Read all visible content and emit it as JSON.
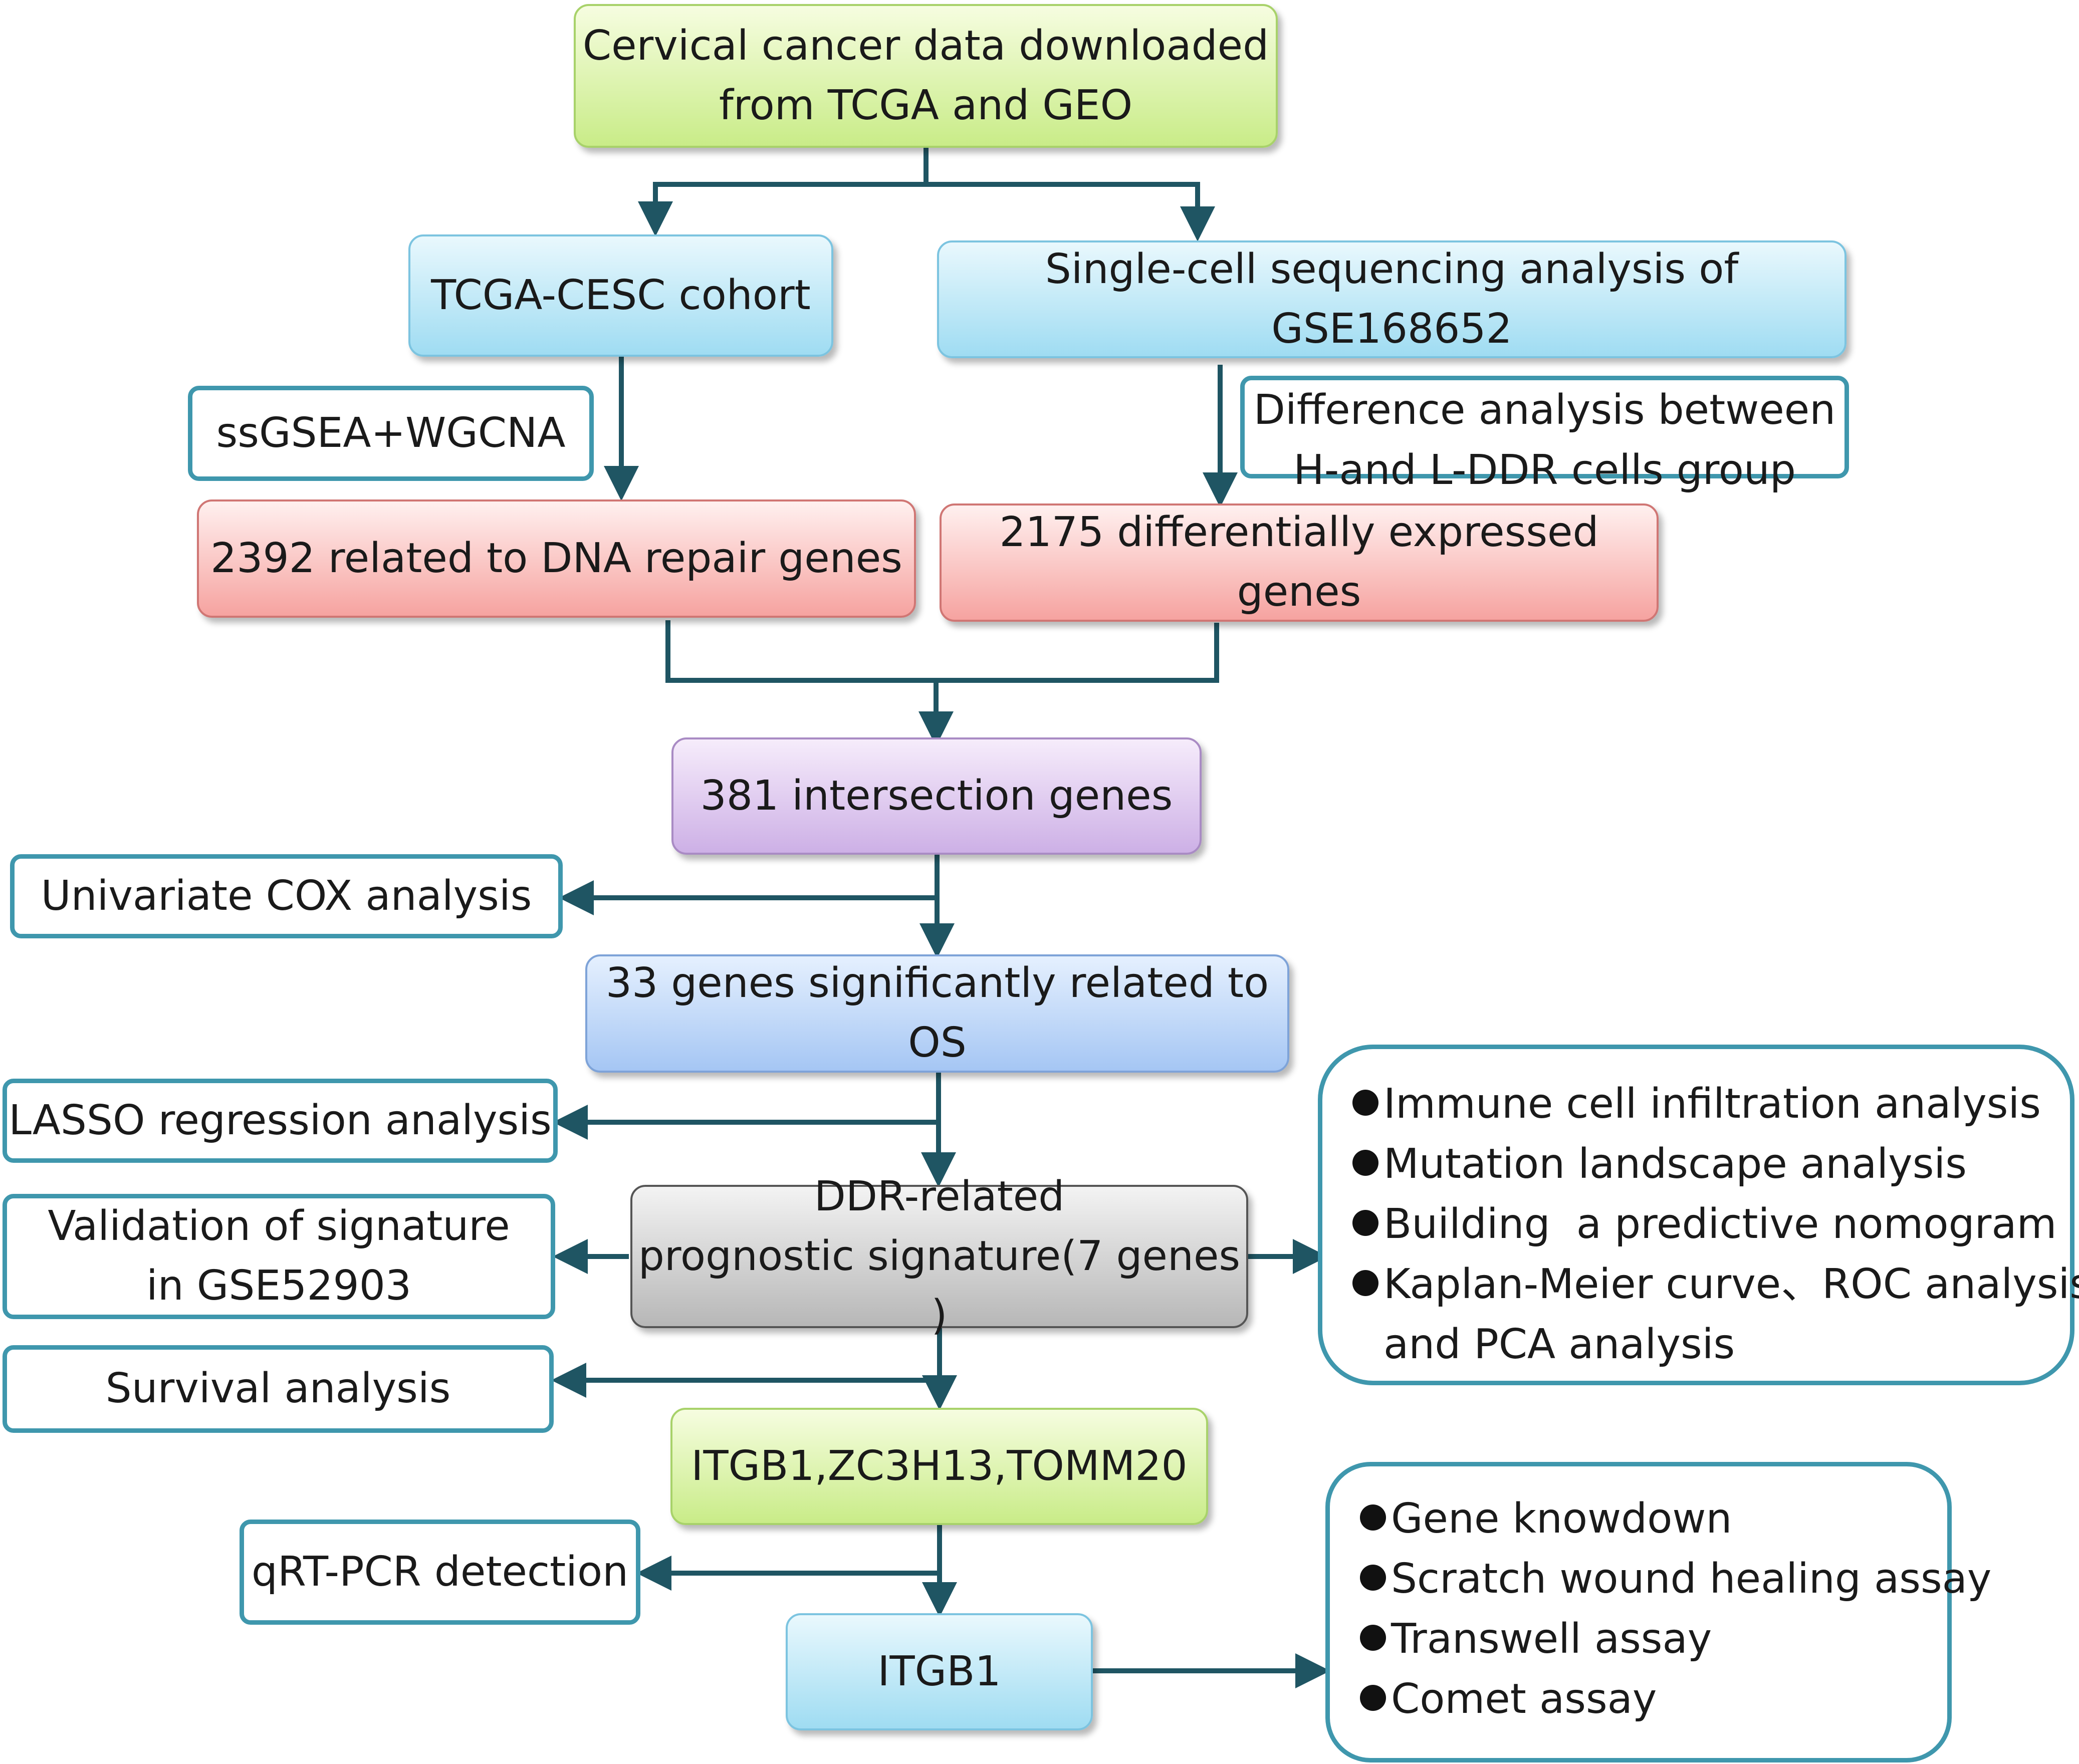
{
  "colors": {
    "arrow": "#1f5563",
    "outline_border": "#3f97ad",
    "green_fill": "#c9ec88",
    "cyan_fill": "#9fdcf2",
    "red_fill": "#f6a3a0",
    "purple_fill": "#cdb0e6",
    "blue_fill": "#a5c6f4",
    "gray_fill": "#b7b7b7"
  },
  "nodes": {
    "source": {
      "lines": [
        "Cervical cancer data downloaded",
        "from TCGA and GEO"
      ]
    },
    "tcga": {
      "lines": [
        "TCGA-CESC cohort"
      ]
    },
    "single_cell": {
      "lines": [
        "Single-cell sequencing analysis of GSE168652"
      ]
    },
    "ssgsea": {
      "lines": [
        "ssGSEA+WGCNA"
      ]
    },
    "difference": {
      "lines": [
        "Difference analysis between",
        "H-and L-DDR cells group"
      ]
    },
    "dna_repair": {
      "lines": [
        "2392 related to DNA repair genes"
      ]
    },
    "deg": {
      "lines": [
        "2175 differentially expressed genes"
      ]
    },
    "intersection": {
      "lines": [
        "381 intersection genes"
      ]
    },
    "univariate": {
      "lines": [
        "Univariate COX analysis"
      ]
    },
    "os_genes": {
      "lines": [
        "33 genes significantly related to OS"
      ]
    },
    "lasso": {
      "lines": [
        "LASSO regression analysis"
      ]
    },
    "signature": {
      "lines": [
        "DDR-related",
        "prognostic signature(7 genes )"
      ]
    },
    "validation": {
      "lines": [
        "Validation of signature",
        "in GSE52903"
      ]
    },
    "survival": {
      "lines": [
        "Survival analysis"
      ]
    },
    "hub_genes": {
      "lines": [
        "ITGB1,ZC3H13,TOMM20"
      ]
    },
    "qrtpcr": {
      "lines": [
        "qRT-PCR detection"
      ]
    },
    "itgb1": {
      "lines": [
        "ITGB1"
      ]
    }
  },
  "signature_analyses": {
    "items": [
      [
        "Immune cell infiltration analysis"
      ],
      [
        "Mutation landscape analysis"
      ],
      [
        "Building  a predictive nomogram"
      ],
      [
        "Kaplan-Meier curve、ROC analysis",
        "and PCA analysis"
      ]
    ]
  },
  "itgb1_experiments": {
    "items": [
      [
        "Gene knowdown"
      ],
      [
        "Scratch wound healing assay"
      ],
      [
        "Transwell assay"
      ],
      [
        "Comet assay"
      ]
    ]
  }
}
